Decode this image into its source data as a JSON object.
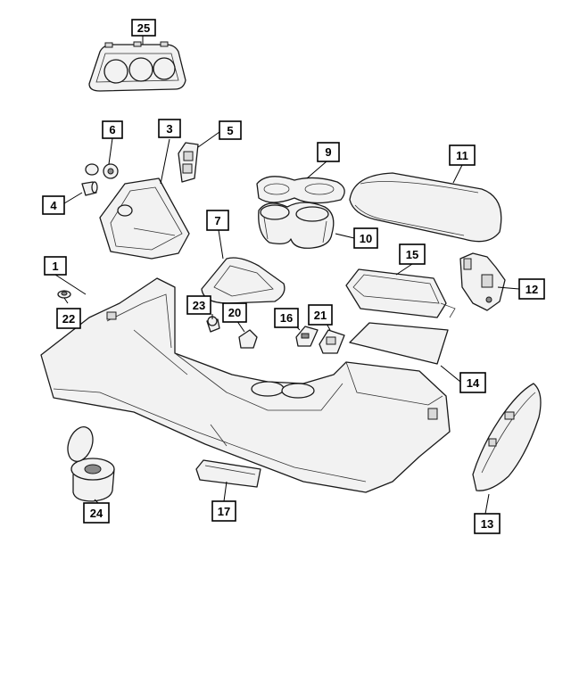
{
  "callouts": [
    {
      "id": "c1",
      "label": "1"
    },
    {
      "id": "c3",
      "label": "3"
    },
    {
      "id": "c4",
      "label": "4"
    },
    {
      "id": "c5",
      "label": "5"
    },
    {
      "id": "c6",
      "label": "6"
    },
    {
      "id": "c7",
      "label": "7"
    },
    {
      "id": "c9",
      "label": "9"
    },
    {
      "id": "c10",
      "label": "10"
    },
    {
      "id": "c11",
      "label": "11"
    },
    {
      "id": "c12",
      "label": "12"
    },
    {
      "id": "c13",
      "label": "13"
    },
    {
      "id": "c14",
      "label": "14"
    },
    {
      "id": "c15",
      "label": "15"
    },
    {
      "id": "c16",
      "label": "16"
    },
    {
      "id": "c17",
      "label": "17"
    },
    {
      "id": "c20",
      "label": "20"
    },
    {
      "id": "c21",
      "label": "21"
    },
    {
      "id": "c22",
      "label": "22"
    },
    {
      "id": "c23",
      "label": "23"
    },
    {
      "id": "c24",
      "label": "24"
    },
    {
      "id": "c25",
      "label": "25"
    }
  ]
}
